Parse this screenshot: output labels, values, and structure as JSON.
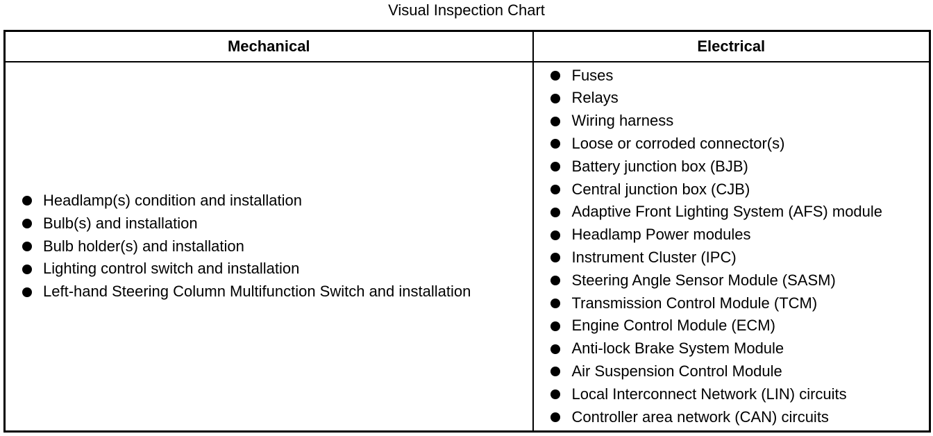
{
  "title": "Visual Inspection Chart",
  "table": {
    "headers": [
      "Mechanical",
      "Electrical"
    ],
    "mechanical": [
      "Headlamp(s) condition and installation",
      "Bulb(s) and installation",
      "Bulb holder(s) and installation",
      "Lighting control switch and installation",
      "Left-hand Steering Column Multifunction Switch and installation"
    ],
    "electrical": [
      "Fuses",
      "Relays",
      "Wiring harness",
      "Loose or corroded connector(s)",
      "Battery junction box (BJB)",
      "Central junction box (CJB)",
      "Adaptive Front Lighting System (AFS) module",
      "Headlamp Power modules",
      "Instrument Cluster (IPC)",
      "Steering Angle Sensor Module (SASM)",
      "Transmission Control Module (TCM)",
      "Engine Control Module (ECM)",
      "Anti-lock Brake System Module",
      "Air Suspension Control Module",
      "Local Interconnect Network (LIN) circuits",
      "Controller area network (CAN) circuits"
    ]
  }
}
